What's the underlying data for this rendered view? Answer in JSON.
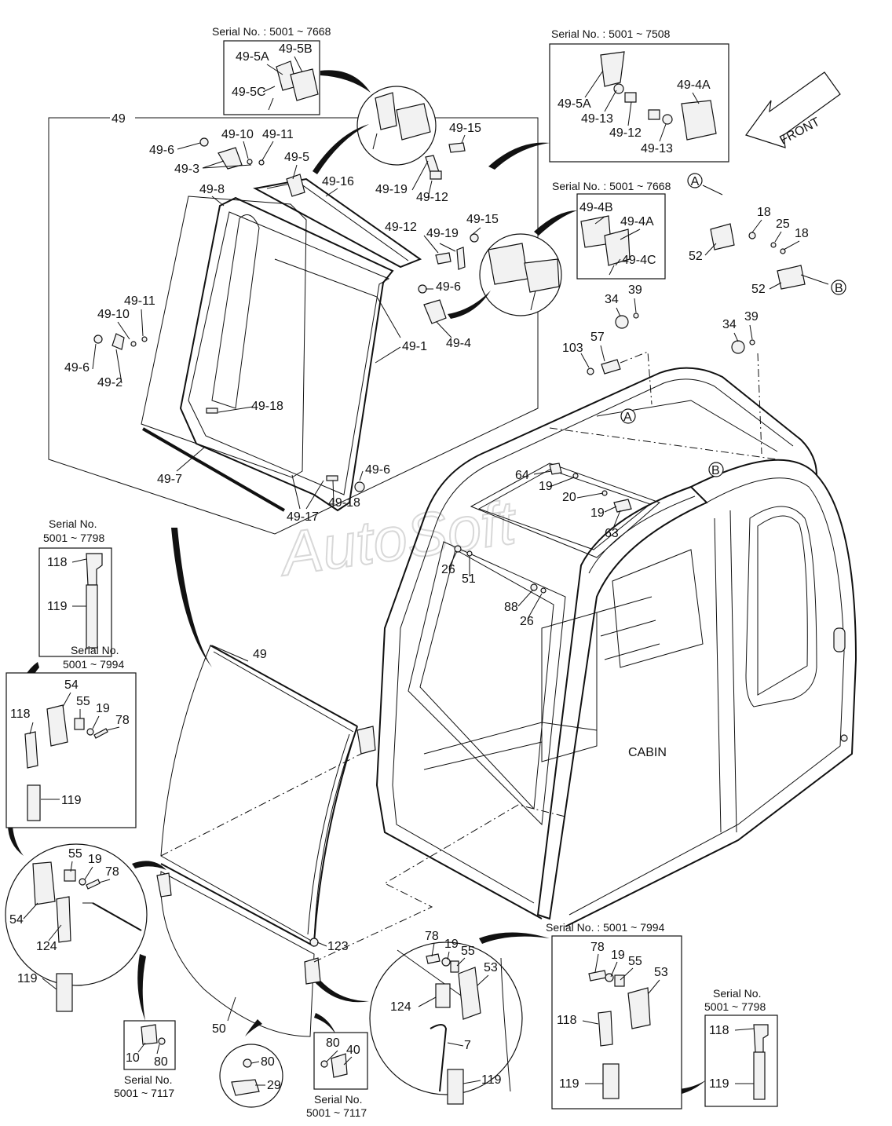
{
  "labels": {
    "l49": "49",
    "l49_1": "49-1",
    "l49_2": "49-2",
    "l49_3": "49-3",
    "l49_4": "49-4",
    "l49_5": "49-5",
    "l49_6a": "49-6",
    "l49_6b": "49-6",
    "l49_6c": "49-6",
    "l49_6d": "49-6",
    "l49_7": "49-7",
    "l49_8": "49-8",
    "l49_10a": "49-10",
    "l49_10b": "49-10",
    "l49_11a": "49-11",
    "l49_11b": "49-11",
    "l49_12a": "49-12",
    "l49_12b": "49-12",
    "l49_15a": "49-15",
    "l49_15b": "49-15",
    "l49_16": "49-16",
    "l49_17": "49-17",
    "l49_18a": "49-18",
    "l49_18b": "49-18",
    "l49_19a": "49-19",
    "l49_19b": "49-19",
    "l49_5A_t": "49-5A",
    "l49_5B_t": "49-5B",
    "l49_5C_t": "49-5C",
    "l49_5A_r": "49-5A",
    "l49_13a": "49-13",
    "l49_12c": "49-12",
    "l49_13b": "49-13",
    "l49_4A_r": "49-4A",
    "l49_4B": "49-4B",
    "l49_4A_m": "49-4A",
    "l49_4C": "49-4C",
    "lA_mark": "A",
    "lB_mark": "B",
    "lA_cab": "A",
    "lB_cab": "B",
    "l18a": "18",
    "l18b": "18",
    "l25": "25",
    "l52a": "52",
    "l52b": "52",
    "l34a": "34",
    "l39a": "39",
    "l34b": "34",
    "l39b": "39",
    "l103": "103",
    "l57": "57",
    "l64": "64",
    "l19a": "19",
    "l20": "20",
    "l19b": "19",
    "l63": "63",
    "l26a": "26",
    "l51": "51",
    "l88": "88",
    "l26b": "26",
    "cabin": "CABIN",
    "front": "FRONT",
    "l49_big": "49",
    "l123": "123",
    "l50": "50",
    "l118a": "118",
    "l119a": "119",
    "l54a": "54",
    "l55a": "55",
    "l19c": "19",
    "l78a": "78",
    "l118b": "118",
    "l119b": "119",
    "l55b": "55",
    "l19d": "19",
    "l78b": "78",
    "l54b": "54",
    "l124a": "124",
    "l119c": "119",
    "l10": "10",
    "l80a": "80",
    "l80b": "80",
    "l29": "29",
    "l80c": "80",
    "l40": "40",
    "l78c": "78",
    "l19e": "19",
    "l55c": "55",
    "l53a": "53",
    "l124b": "124",
    "l7": "7",
    "l119d": "119",
    "l78d": "78",
    "l19f": "19",
    "l55d": "55",
    "l53b": "53",
    "l118c": "118",
    "l119e": "119",
    "l118d": "118",
    "l119f": "119"
  },
  "serials": {
    "s1": "Serial No. : 5001 ~ 7668",
    "s2": "Serial No. : 5001 ~ 7508",
    "s3": "Serial No. : 5001 ~ 7668",
    "s4a": "Serial No.",
    "s4b": "5001 ~ 7798",
    "s5a": "Serial No.",
    "s5b": "5001 ~ 7994",
    "s6": "Serial No. : 5001 ~ 7994",
    "s7a": "Serial No.",
    "s7b": "5001 ~ 7798",
    "s8a": "Serial No.",
    "s8b": "5001 ~ 7117",
    "s9a": "Serial No.",
    "s9b": "5001 ~ 7117"
  },
  "watermark": "AutoSoft"
}
